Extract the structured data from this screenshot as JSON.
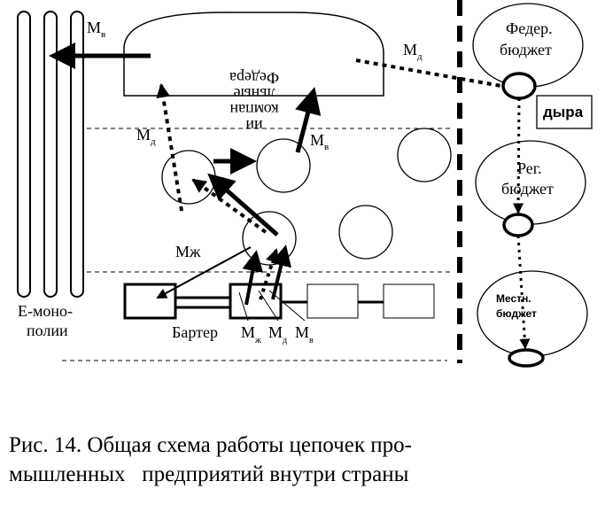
{
  "labels": {
    "mv_top": "М",
    "mv_top_sub": "в",
    "md_top": "М",
    "md_top_sub": "д",
    "md_left": "М",
    "md_left_sub": "д",
    "mv_mid": "М",
    "mv_mid_sub": "в",
    "mzh": "Мж",
    "federal_companies": [
      "ии",
      "компан",
      "льные",
      "Федера"
    ],
    "fed_budget": [
      "Федер.",
      "бюджет"
    ],
    "hole": "дыра",
    "reg_budget": [
      "Рег.",
      "бюджет"
    ],
    "local_budget": [
      "Местн.",
      "бюджет"
    ],
    "e_monopolies": [
      "Е-моно-",
      "полии"
    ],
    "barter": "Бартер",
    "bottom_m1": "М",
    "bottom_m1_sub": "ж",
    "bottom_m2": "М",
    "bottom_m2_sub": "д",
    "bottom_m3": "М",
    "bottom_m3_sub": "в"
  },
  "caption": "Рис. 14. Общая схема работы цепочек про-\nмышленных   предприятий внутри страны"
}
